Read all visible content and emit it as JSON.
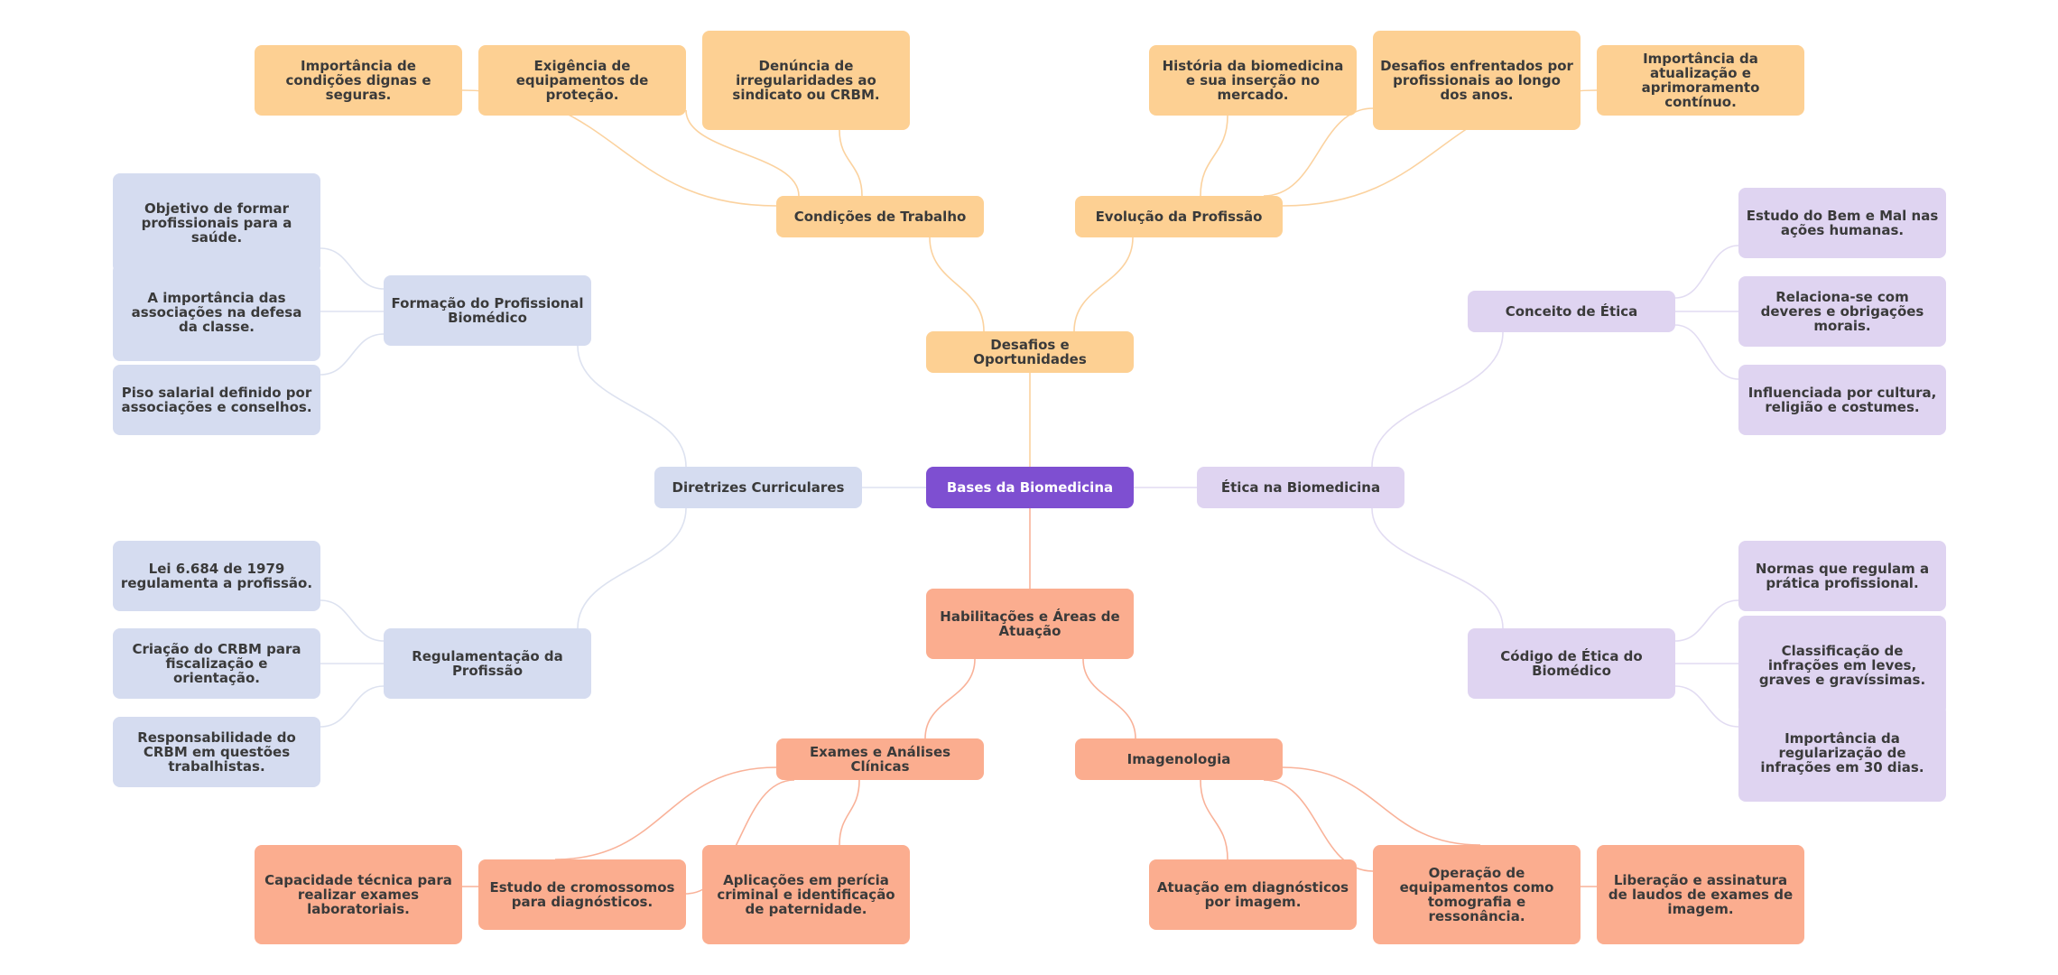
{
  "diagram": {
    "colors": {
      "root": "#7e4fd1",
      "desafios": "#fdd093",
      "habilitacoes": "#fbad8f",
      "diretrizes": "#d5dcf0",
      "etica": "#dfd4f1",
      "edge_orange": "#fbd29f",
      "edge_salmon": "#f9b299",
      "edge_blue": "#dde2f0",
      "edge_lav": "#e2dcf2"
    },
    "root": "Bases da Biomedicina",
    "desafios": {
      "label": "Desafios e Oportunidades",
      "condicoes": {
        "label": "Condições de Trabalho",
        "items": [
          "Importância de condições dignas e seguras.",
          "Exigência de equipamentos de proteção.",
          "Denúncia de irregularidades ao sindicato ou CRBM."
        ]
      },
      "evolucao": {
        "label": "Evolução da Profissão",
        "items": [
          "História da biomedicina e sua inserção no mercado.",
          "Desafios enfrentados por profissionais ao longo dos anos.",
          "Importância da atualização e aprimoramento contínuo."
        ]
      }
    },
    "diretrizes": {
      "label": "Diretrizes Curriculares",
      "formacao": {
        "label": "Formação do Profissional Biomédico",
        "items": [
          "Objetivo de formar profissionais para a saúde.",
          "A importância das associações na defesa da classe.",
          "Piso salarial definido por associações e conselhos."
        ]
      },
      "regulamentacao": {
        "label": "Regulamentação da Profissão",
        "items": [
          "Lei 6.684 de 1979 regulamenta a profissão.",
          "Criação do CRBM para fiscalização e orientação.",
          "Responsabilidade do CRBM em questões trabalhistas."
        ]
      }
    },
    "etica": {
      "label": "Ética na Biomedicina",
      "conceito": {
        "label": "Conceito de Ética",
        "items": [
          "Estudo do Bem e Mal nas ações humanas.",
          "Relaciona-se com deveres e obrigações morais.",
          "Influenciada por cultura, religião e costumes."
        ]
      },
      "codigo": {
        "label": "Código de Ética do Biomédico",
        "items": [
          "Normas que regulam a prática profissional.",
          "Classificação de infrações em leves, graves e gravíssimas.",
          "Importância da regularização de infrações em 30 dias."
        ]
      }
    },
    "habilitacoes": {
      "label": "Habilitações e Áreas de Atuação",
      "exames": {
        "label": "Exames e Análises Clínicas",
        "items": [
          "Capacidade técnica para realizar exames laboratoriais.",
          "Estudo de cromossomos para diagnósticos.",
          "Aplicações em perícia criminal e identificação de paternidade."
        ]
      },
      "imagenologia": {
        "label": "Imagenologia",
        "items": [
          "Atuação em diagnósticos por imagem.",
          "Operação de equipamentos como tomografia e ressonância.",
          "Liberação e assinatura de laudos de exames de imagem."
        ]
      }
    }
  }
}
